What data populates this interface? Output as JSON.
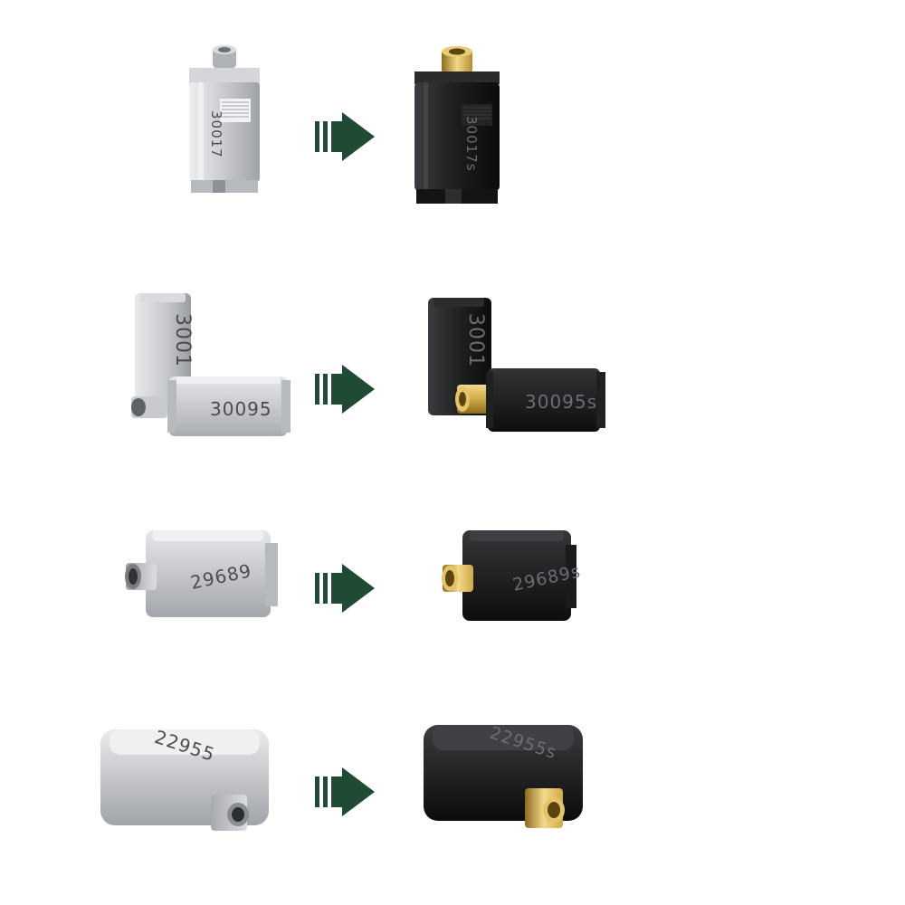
{
  "colors": {
    "background": "#ffffff",
    "arrow": "#1f4a33",
    "silver_light": "#dcdde0",
    "silver_mid": "#b9bbc0",
    "silver_dark": "#8d9096",
    "black_light": "#3a3b3e",
    "black_mid": "#1d1e20",
    "black_dark": "#0c0c0d",
    "gold_light": "#f3d98a",
    "gold_mid": "#cfa945",
    "gold_dark": "#8c6a1c",
    "label_silver": "#4a4c50",
    "label_black": "#6b6d72"
  },
  "rows": [
    {
      "original": {
        "label": "30017",
        "finish": "silver"
      },
      "arrow_icon": "right-arrow-icon",
      "upgraded": {
        "label": "30017s",
        "finish": "black"
      }
    },
    {
      "original": {
        "label_back": "3001",
        "label_front": "30095",
        "finish": "silver"
      },
      "arrow_icon": "right-arrow-icon",
      "upgraded": {
        "label_back": "3001",
        "label_front": "30095s",
        "finish": "black"
      }
    },
    {
      "original": {
        "label": "29689",
        "finish": "silver"
      },
      "arrow_icon": "right-arrow-icon",
      "upgraded": {
        "label": "29689s",
        "finish": "black"
      }
    },
    {
      "original": {
        "label": "22955",
        "finish": "silver"
      },
      "arrow_icon": "right-arrow-icon",
      "upgraded": {
        "label": "22955s",
        "finish": "black"
      }
    }
  ]
}
